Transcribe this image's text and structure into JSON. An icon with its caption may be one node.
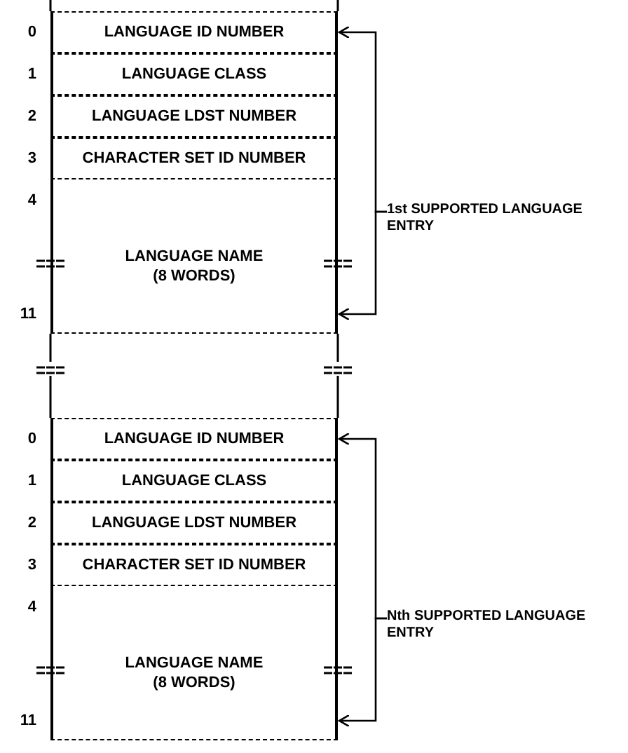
{
  "diagram": {
    "nodes": [
      {
        "text": [
          "LANGUAGE ID NUMBER"
        ]
      },
      {
        "text": [
          "LANGUAGE CLASS"
        ]
      },
      {
        "text": [
          "LANGUAGE LDST NUMBER"
        ]
      },
      {
        "text": [
          "CHARACTER SET ID NUMBER"
        ]
      },
      {
        "text": [
          "LANGUAGE NAME",
          "(8 WORDS)"
        ]
      },
      {
        "text": [
          "1st SUPPORTED LANGUAGE ENTRY"
        ]
      },
      {
        "text": [
          "LANGUAGE ID NUMBER"
        ]
      },
      {
        "text": [
          "LANGUAGE CLASS"
        ]
      },
      {
        "text": [
          "LANGUAGE LDST NUMBER"
        ]
      },
      {
        "text": [
          "CHARACTER SET ID NUMBER"
        ]
      },
      {
        "text": [
          "LANGUAGE NAME",
          "(8 WORDS)"
        ]
      },
      {
        "text": [
          "Nth SUPPORTED LANGUAGE ENTRY"
        ]
      }
    ],
    "edges": [
      {
        "from": 5,
        "to": 0,
        "arrow": "to"
      },
      {
        "from": 5,
        "to": 4,
        "arrow": "to"
      },
      {
        "from": 11,
        "to": 6,
        "arrow": "to"
      },
      {
        "from": 11,
        "to": 10,
        "arrow": "to"
      }
    ],
    "labels": [
      "0",
      "1",
      "2",
      "3",
      "4",
      "11",
      "0",
      "1",
      "2",
      "3",
      "4",
      "11"
    ]
  }
}
